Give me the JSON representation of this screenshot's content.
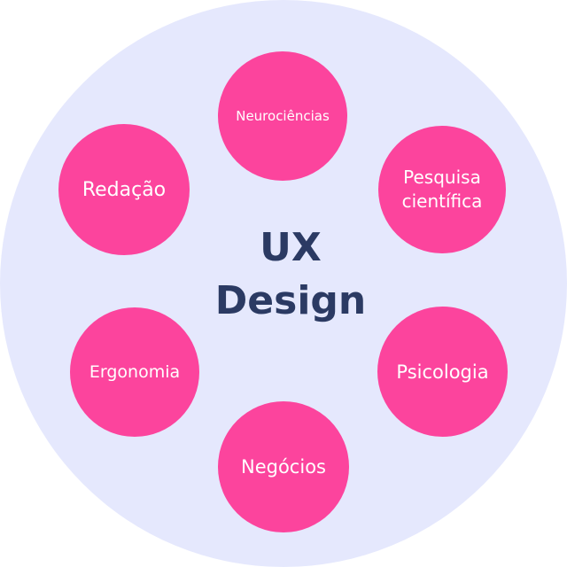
{
  "diagram": {
    "center": {
      "line1": "UX",
      "line2": "Design"
    },
    "nodes": {
      "neurociencias": "Neurociências",
      "pesquisa_line1": "Pesquisa",
      "pesquisa_line2": "científica",
      "redacao": "Redação",
      "ergonomia": "Ergonomia",
      "psicologia": "Psicologia",
      "negocios": "Negócios"
    }
  },
  "colors": {
    "outer_circle": "#e5e8fd",
    "node_fill": "#fc449d",
    "node_text": "#ffffff",
    "center_text": "#2b3a63"
  }
}
